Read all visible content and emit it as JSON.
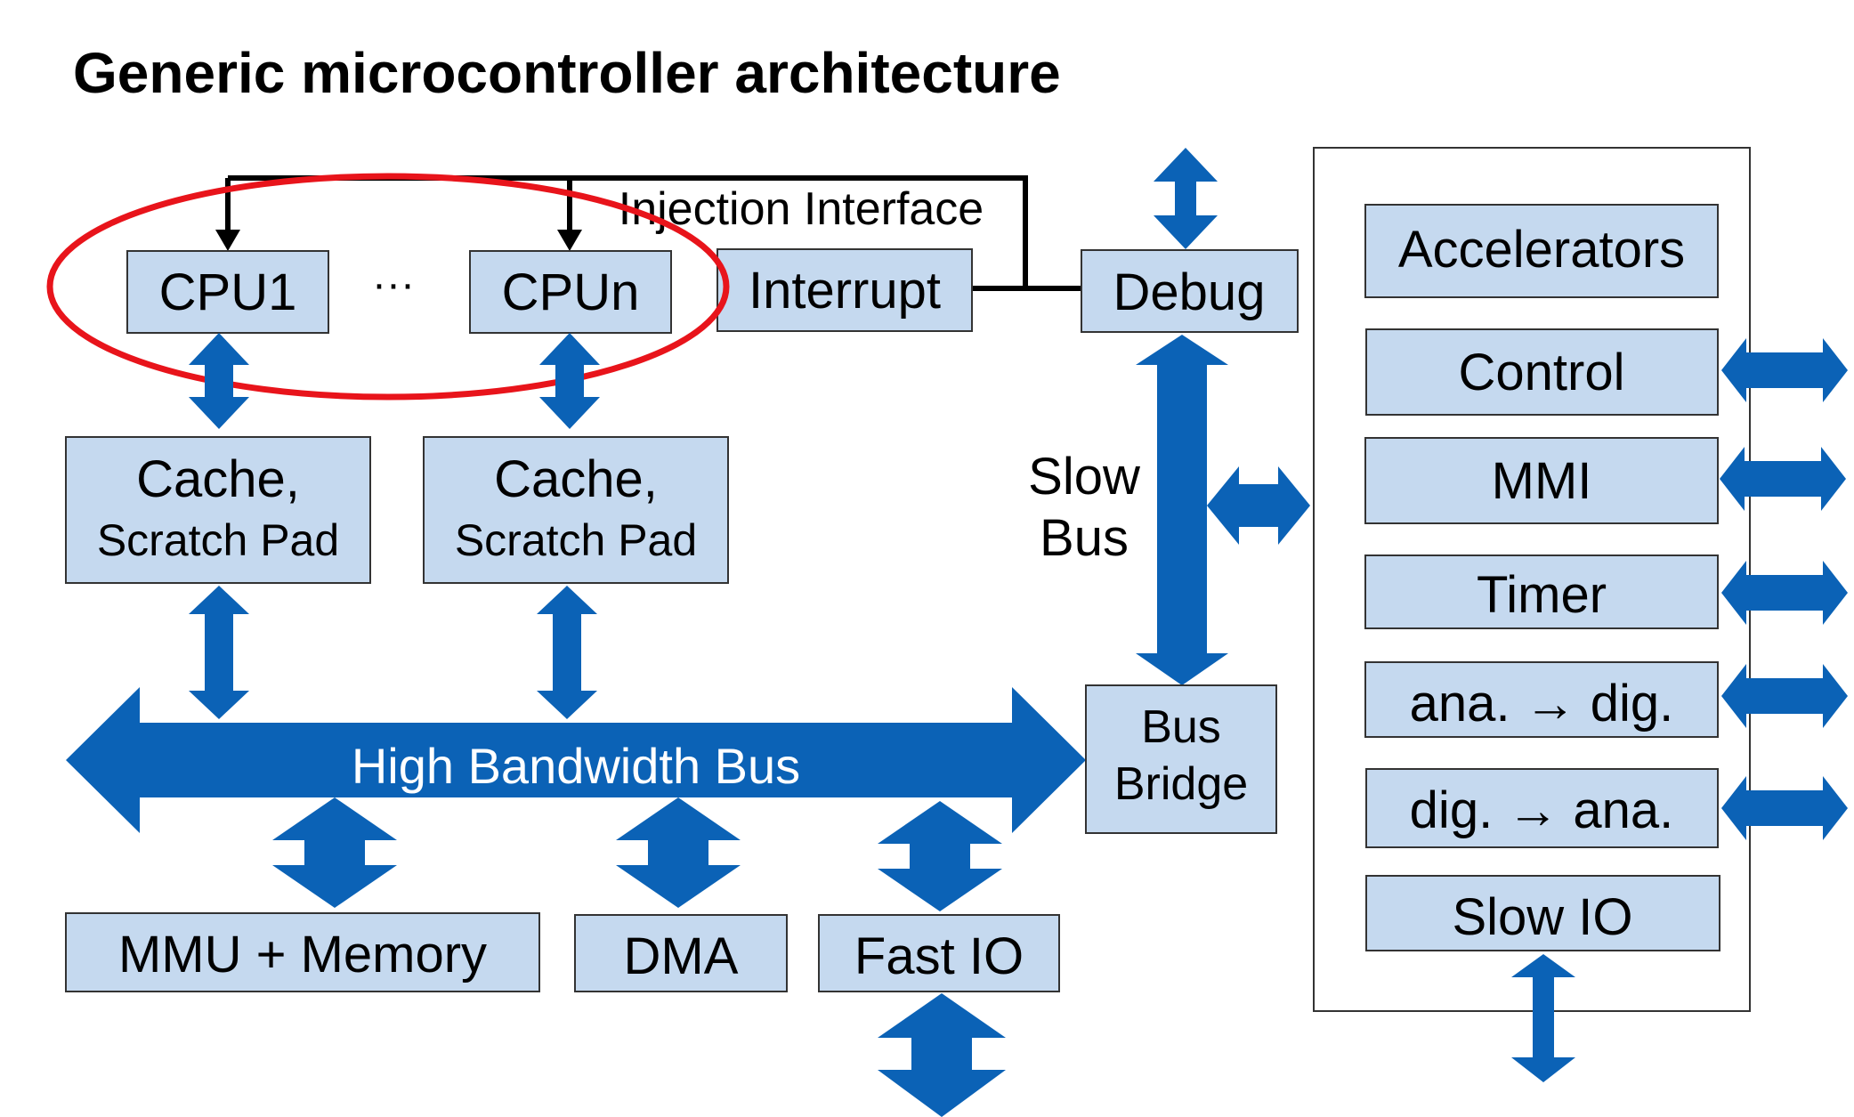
{
  "title": "Generic microcontroller architecture",
  "injection_label": "Injection Interface",
  "ellipsis": "···",
  "cpus": [
    {
      "label": "CPU1"
    },
    {
      "label": "CPUn"
    }
  ],
  "interrupt": "Interrupt",
  "debug": "Debug",
  "caches": [
    {
      "line1": "Cache,",
      "line2": "Scratch Pad"
    },
    {
      "line1": "Cache,",
      "line2": "Scratch Pad"
    }
  ],
  "high_bus": "High Bandwidth Bus",
  "slow_bus": {
    "line1": "Slow",
    "line2": "Bus"
  },
  "bus_bridge": {
    "line1": "Bus",
    "line2": "Bridge"
  },
  "bottom_blocks": {
    "mmu": "MMU + Memory",
    "dma": "DMA",
    "fast_io": "Fast IO"
  },
  "peripherals": [
    {
      "label": "Accelerators"
    },
    {
      "label": "Control"
    },
    {
      "label": "MMI"
    },
    {
      "label": "Timer"
    },
    {
      "label": "ana.  → dig."
    },
    {
      "label": "dig. → ana."
    },
    {
      "label": "Slow IO"
    }
  ],
  "colors": {
    "box_fill": "#c5d9ef",
    "arrow": "#0b62b6",
    "highlight": "#e8141b"
  }
}
